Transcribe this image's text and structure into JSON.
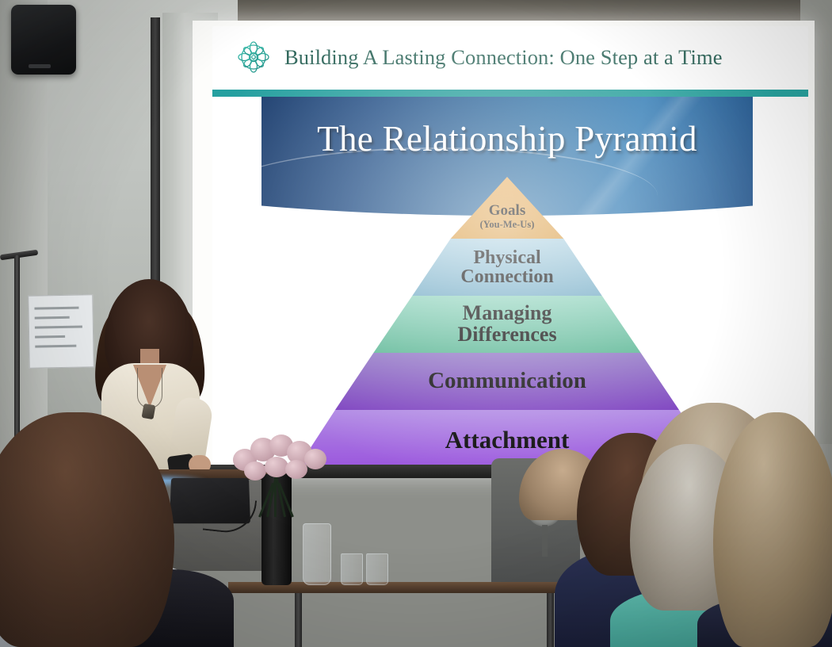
{
  "scene": {
    "type": "presentation-photo",
    "room": {
      "speaker_icon": "wall-speaker-icon",
      "pole_icon": "mic-stand-icon",
      "notice_icon": "wall-notice-icon",
      "fan_icon": "floor-fan-icon",
      "laptop_icon": "laptop-icon",
      "vase_icon": "flower-vase-icon",
      "pitcher_icon": "water-pitcher-icon",
      "glass_icon": "drinking-glass-icon",
      "table_icon": "wooden-table-icon",
      "podium_icon": "podium-icon"
    },
    "presenter": {
      "label": "presenter",
      "clicker_icon": "presentation-clicker-icon",
      "necklace_icon": "pendant-necklace-icon"
    },
    "audience": [
      {
        "label": "audience-member-front-left"
      },
      {
        "label": "audience-member-dark-hair"
      },
      {
        "label": "audience-member-grey-hair"
      },
      {
        "label": "audience-member-blonde-hair"
      },
      {
        "label": "audience-member-right-front"
      },
      {
        "label": "audience-member-bald"
      }
    ]
  },
  "slide": {
    "logo_icon": "mandala-rosette-icon",
    "title": "Building A Lasting Connection: One Step at a Time",
    "accent_bar_color": "#22a09c",
    "banner": {
      "heading": "The Relationship Pyramid",
      "gradient_from": "#1a3c6d",
      "gradient_to": "#2f7ab4",
      "text_color": "#ffffff"
    }
  },
  "chart_data": {
    "type": "pyramid",
    "title": "The Relationship Pyramid",
    "orientation": "apex-top",
    "levels": [
      {
        "rank": 1,
        "label": "Goals",
        "sublabel": "(You-Me-Us)",
        "color": "#dda046",
        "text_color": "#0a0a0a"
      },
      {
        "rank": 2,
        "label": "Physical\nConnection",
        "line1": "Physical",
        "line2": "Connection",
        "sublabel": "",
        "color": "#7fb3cb",
        "text_color": "#0a0a0a"
      },
      {
        "rank": 3,
        "label": "Managing\nDifferences",
        "line1": "Managing",
        "line2": "Differences",
        "sublabel": "",
        "color": "#68bfa0",
        "text_color": "#0a0a0a"
      },
      {
        "rank": 4,
        "label": "Communication",
        "line1": "Communication",
        "line2": "",
        "sublabel": "",
        "color": "#7f47c0",
        "text_color": "#0a0a0a"
      },
      {
        "rank": 5,
        "label": "Attachment",
        "line1": "Attachment",
        "line2": "",
        "sublabel": "",
        "color": "#9f5ade",
        "text_color": "#0a0a0a"
      }
    ],
    "note": "Foundation (Attachment) at base, apex (Goals) at top"
  }
}
